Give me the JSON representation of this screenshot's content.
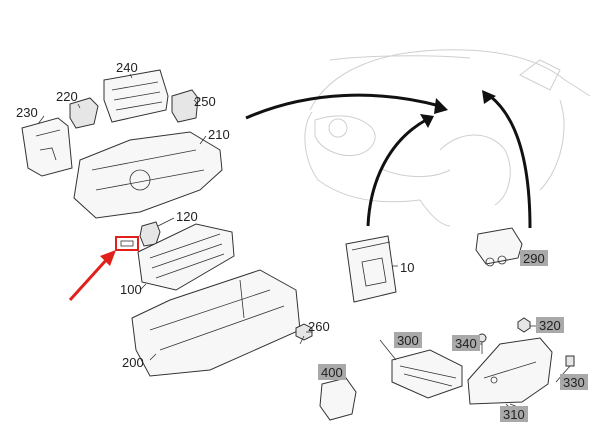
{
  "callouts": [
    {
      "id": "c230",
      "text": "230",
      "boxed": false
    },
    {
      "id": "c220",
      "text": "220",
      "boxed": false
    },
    {
      "id": "c240",
      "text": "240",
      "boxed": false
    },
    {
      "id": "c250",
      "text": "250",
      "boxed": false
    },
    {
      "id": "c210",
      "text": "210",
      "boxed": false
    },
    {
      "id": "c120",
      "text": "120",
      "boxed": false
    },
    {
      "id": "c100",
      "text": "100",
      "boxed": false
    },
    {
      "id": "c200",
      "text": "200",
      "boxed": false
    },
    {
      "id": "c260",
      "text": "260",
      "boxed": false
    },
    {
      "id": "c10",
      "text": "10",
      "boxed": false
    },
    {
      "id": "c290",
      "text": "290",
      "boxed": true
    },
    {
      "id": "c320",
      "text": "320",
      "boxed": true
    },
    {
      "id": "c300",
      "text": "300",
      "boxed": true
    },
    {
      "id": "c340",
      "text": "340",
      "boxed": true
    },
    {
      "id": "c330",
      "text": "330",
      "boxed": true
    },
    {
      "id": "c400",
      "text": "400",
      "boxed": true
    },
    {
      "id": "c310",
      "text": "310",
      "boxed": true
    }
  ],
  "highlight": {
    "color": "#e0201b"
  },
  "colors": {
    "line": "#333333",
    "faint": "#cfcfcf",
    "label_box": "#a9a9a9"
  }
}
